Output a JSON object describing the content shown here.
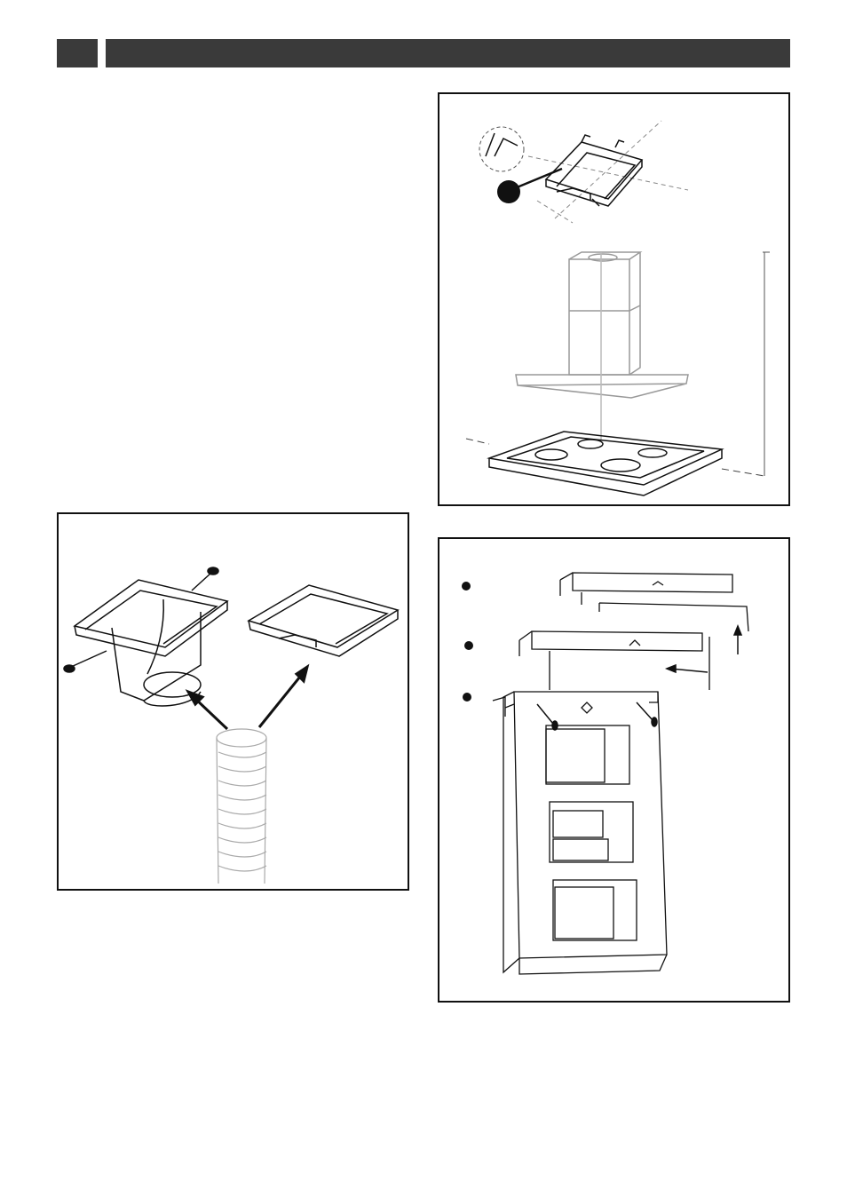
{
  "header": {
    "page_number": "",
    "title": ""
  },
  "figures": {
    "top_right": {
      "callout_marker": "filled-circle"
    },
    "left": {
      "icons": [
        "screw-icon",
        "arrow-icon",
        "duct-icon",
        "bracket-icon"
      ]
    },
    "bottom_right": {
      "step_markers": [
        "filled-circle",
        "filled-circle",
        "filled-circle"
      ]
    }
  },
  "colors": {
    "header": "#3a3a3a",
    "line": "#111111",
    "light_line": "#9a9a9a"
  }
}
